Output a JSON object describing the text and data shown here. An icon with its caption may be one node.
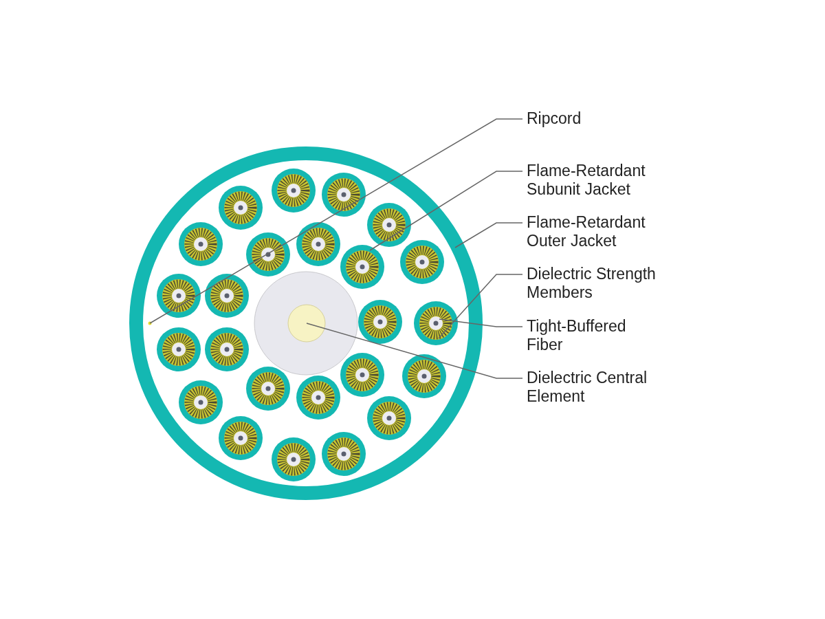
{
  "diagram": {
    "nodes": [
      {
        "text": [
          "Ripcord"
        ]
      },
      {
        "text": [
          "Flame-Retardant Subunit Jacket"
        ]
      },
      {
        "text": [
          "Flame-Retardant Outer Jacket"
        ]
      },
      {
        "text": [
          "Dielectric Strength Members"
        ]
      },
      {
        "text": [
          "Tight-Buffered Fiber"
        ]
      },
      {
        "text": [
          "Dielectric Central Element"
        ]
      },
      {
        "text": [],
        "shape": "circle",
        "in": 8
      },
      {
        "text": [],
        "shape": "circle",
        "in": 8
      },
      {
        "text": [],
        "shape": "circle"
      },
      {
        "text": [],
        "shape": "circle",
        "in": 8
      },
      {
        "text": [],
        "shape": "circle",
        "in": 9
      },
      {
        "text": [],
        "shape": "circle",
        "in": 8
      }
    ],
    "edges": [
      {
        "from": 0,
        "to": 6,
        "arrow": "none"
      },
      {
        "from": 1,
        "to": 7,
        "arrow": "none"
      },
      {
        "from": 2,
        "to": 8,
        "arrow": "none"
      },
      {
        "from": 3,
        "to": 9,
        "arrow": "none"
      },
      {
        "from": 4,
        "to": 10,
        "arrow": "none"
      },
      {
        "from": 5,
        "to": 11,
        "arrow": "none"
      }
    ]
  }
}
